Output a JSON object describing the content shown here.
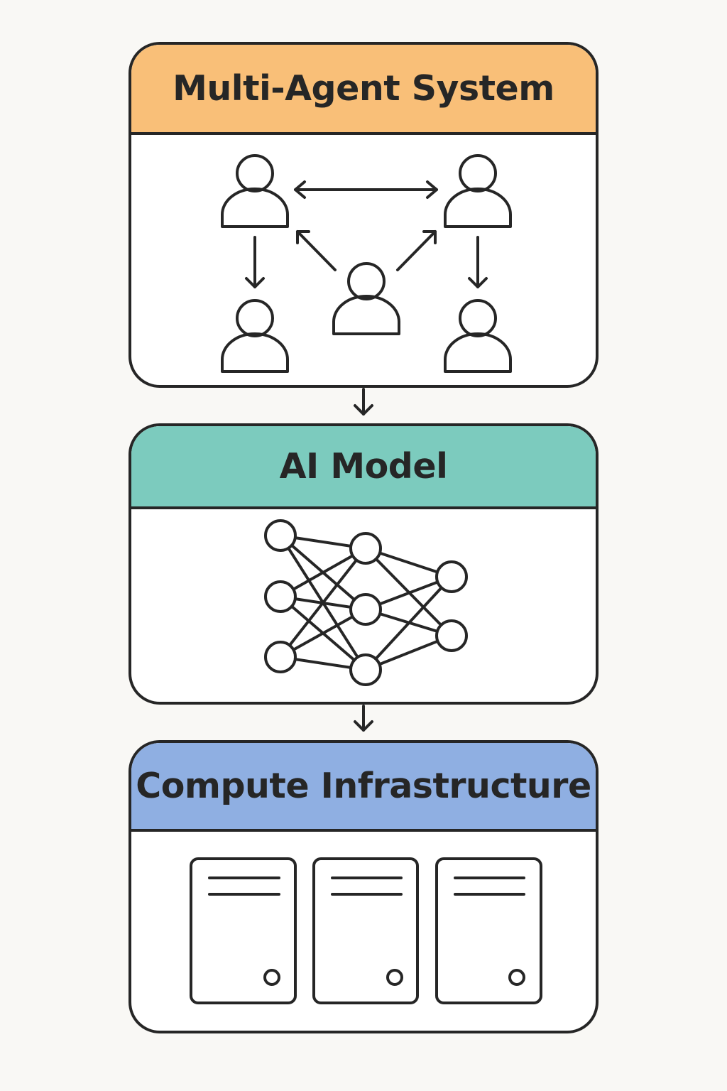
{
  "diagram": {
    "colors": {
      "background": "#f9f8f5",
      "stroke": "#262626",
      "panel_fill": "#ffffff"
    },
    "layers": [
      {
        "id": "multi-agent",
        "title": "Multi-Agent System",
        "header_color": "#f9bf78",
        "icon": "agent-network"
      },
      {
        "id": "ai-model",
        "title": "AI Model",
        "header_color": "#7ccbbe",
        "icon": "neural-network"
      },
      {
        "id": "compute",
        "title": "Compute Infrastructure",
        "header_color": "#8fafe2",
        "icon": "server-rack"
      }
    ],
    "flow": "top-to-bottom"
  }
}
